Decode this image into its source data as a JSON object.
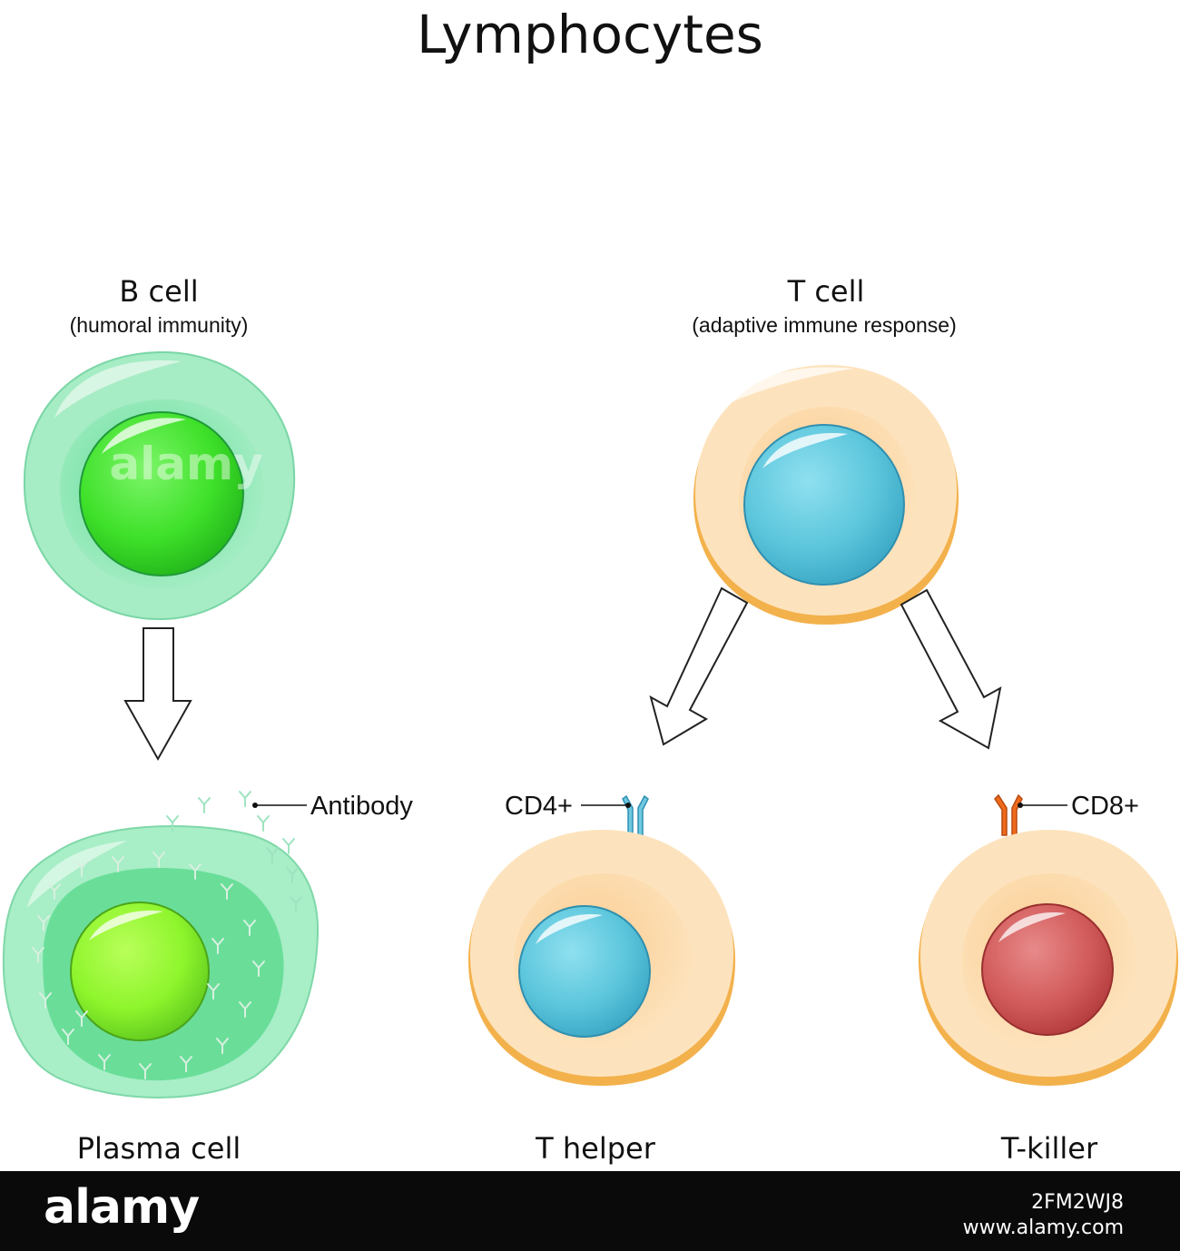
{
  "title": "Lymphocytes",
  "b_cell": {
    "name": "B cell",
    "subtitle": "(humoral immunity)"
  },
  "t_cell": {
    "name": "T cell",
    "subtitle": "(adaptive immune response)"
  },
  "plasma_cell": {
    "name": "Plasma cell",
    "antibody_label": "Antibody"
  },
  "t_helper": {
    "name": "T helper",
    "marker_label": "CD4+"
  },
  "t_killer": {
    "name": "T-killer",
    "marker_label": "CD8+"
  },
  "watermark": "alamy",
  "footer": {
    "logo": "alamy",
    "image_id": "2FM2WJ8",
    "url": "www.alamy.com"
  },
  "colors": {
    "b_cell_cytoplasm": "#a6ecc4",
    "b_cell_nucleus": "#3de62a",
    "t_cell_cytoplasm": "#fddca8",
    "t_cell_nucleus": "#5cc6dc",
    "t_killer_nucleus": "#d65a5a",
    "cd4_receptor": "#6ec9e0",
    "cd8_receptor": "#f06a1c"
  }
}
